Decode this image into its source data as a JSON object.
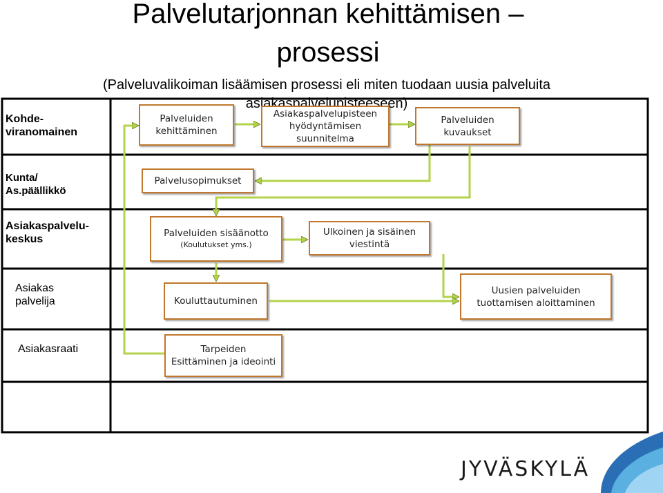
{
  "title_line1": "Palvelutarjonnan kehittämisen –",
  "title_line2": "prosessi",
  "subtitle_line1": "(Palveluvalikoiman lisäämisen prosessi eli miten tuodaan uusia palveluita",
  "subtitle_line2": "asiakaspalvelupisteeseen)",
  "lanes": [
    {
      "label_line1": "Kohde-",
      "label_line2": "viranomainen"
    },
    {
      "label_line1": "Kunta/",
      "label_line2": "As.päällikkö"
    },
    {
      "label_line1": "Asiakaspalvelu-",
      "label_line2": "keskus"
    },
    {
      "label_line1": "Asiakas",
      "label_line2": "palvelija"
    },
    {
      "label_line1": "Asiakasraati",
      "label_line2": ""
    }
  ],
  "boxes": {
    "palveluiden_kehittaminen": {
      "line1": "Palveluiden",
      "line2": "kehittäminen"
    },
    "hyodyntamisen_suunnitelma": {
      "line1": "Asiakaspalvelupisteen",
      "line2": "hyödyntämisen",
      "line3": "suunnitelma"
    },
    "palveluiden_kuvaukset": {
      "line1": "Palveluiden",
      "line2": "kuvaukset"
    },
    "palvelusopimukset": {
      "line1": "Palvelusopimukset"
    },
    "sisaanotto": {
      "line1": "Palveluiden sisäänotto",
      "line2": "(Koulutukset yms.)"
    },
    "viestinta": {
      "line1": "Ulkoinen ja sisäinen",
      "line2": "viestintä"
    },
    "kouluttautuminen": {
      "line1": "Kouluttautuminen"
    },
    "uusien_palveluiden": {
      "line1": "Uusien palveluiden",
      "line2": "tuottamisen aloittaminen"
    },
    "tarpeiden": {
      "line1": "Tarpeiden",
      "line2": "Esittäminen ja ideointi"
    }
  },
  "logo": {
    "text": "JYVÄSKYLÄ",
    "colors": [
      "#2a6fb5",
      "#5ab0e0",
      "#9fd4f2"
    ]
  },
  "colors": {
    "box_border": "#c0772c",
    "arrow": "#b3d34a",
    "lane_border": "#000000"
  }
}
